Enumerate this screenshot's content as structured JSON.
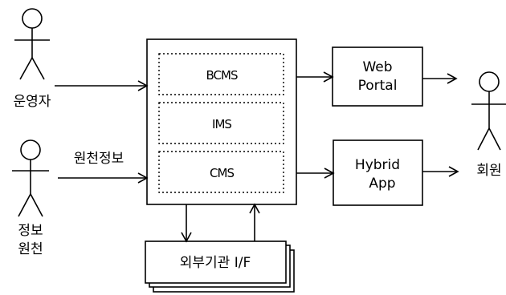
{
  "actors": {
    "operator": "운영자",
    "member": "회원",
    "source_line1": "정보",
    "source_line2": "원천"
  },
  "edge_labels": {
    "source_info": "원천정보"
  },
  "core": {
    "modules": [
      "BCMS",
      "IMS",
      "CMS"
    ]
  },
  "outputs": {
    "web_line1": "Web",
    "web_line2": "Portal",
    "hybrid_line1": "Hybrid",
    "hybrid_line2": "App"
  },
  "external": {
    "label": "외부기관 I/F"
  }
}
